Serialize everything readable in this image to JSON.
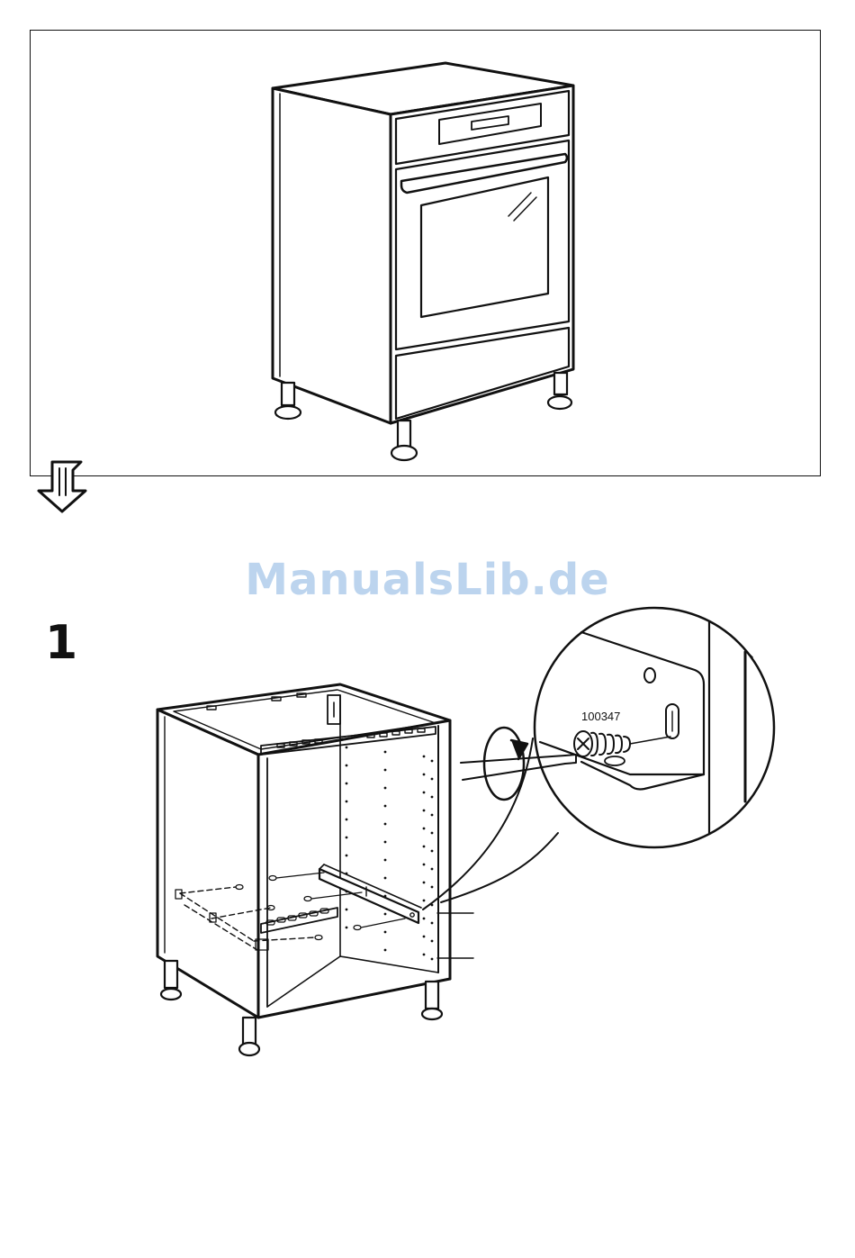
{
  "watermark": "ManualsLib.de",
  "step": {
    "number": "1"
  },
  "detail": {
    "part_code": "100347"
  }
}
